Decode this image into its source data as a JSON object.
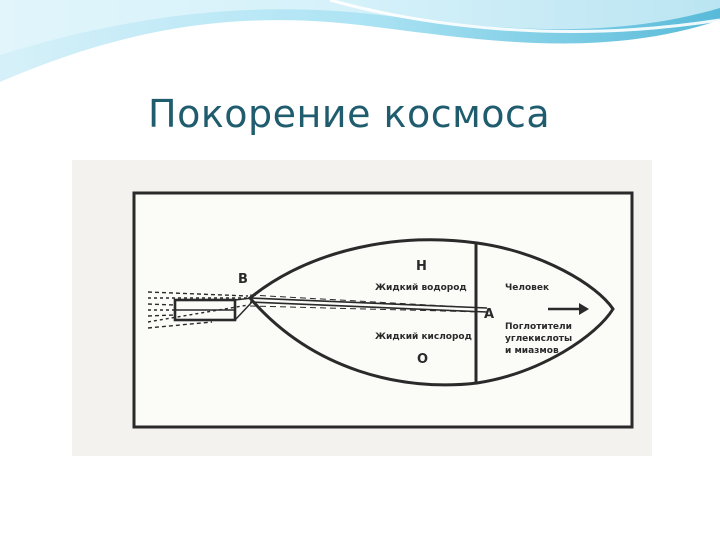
{
  "slide": {
    "title": "Покорение космоса"
  },
  "diagram": {
    "letters": {
      "b": "В",
      "h": "Н",
      "a": "А",
      "o": "О"
    },
    "labels": {
      "liquid_hydrogen": "Жидкий водород",
      "liquid_oxygen": "Жидкий кислород",
      "human": "Человек",
      "absorber_1": "Поглотители",
      "absorber_2": "углекислоты",
      "absorber_3": "и миазмов"
    }
  },
  "colors": {
    "title": "#1f5c6e",
    "wave_light": "#9fdff2",
    "wave_dark": "#3aaed2",
    "ink": "#2a2a2a"
  }
}
